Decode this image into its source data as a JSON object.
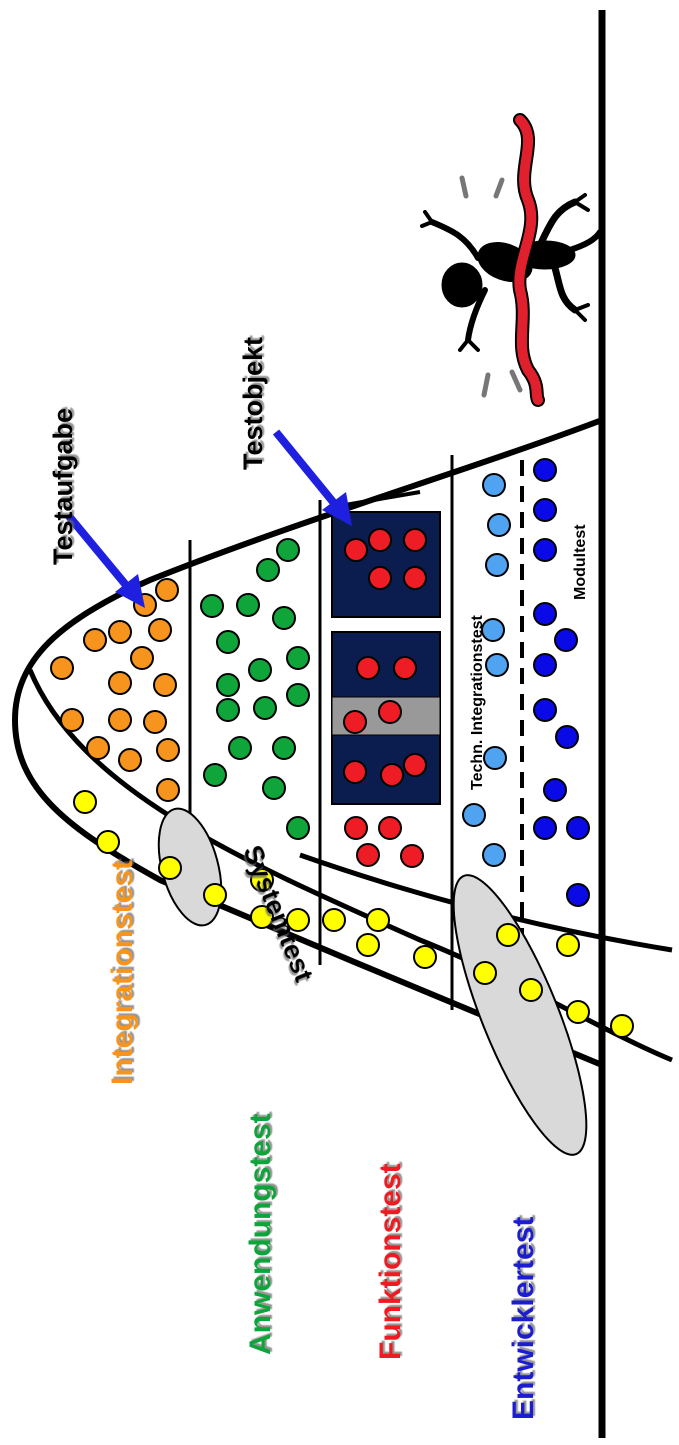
{
  "labels": {
    "integrationstest": "Integrationstest",
    "anwendungstest": "Anwendungstest",
    "funktionstest": "Funktionstest",
    "entwicklertest": "Entwicklertest",
    "systemtest": "Systemtest",
    "testaufgabe": "Testaufgabe",
    "testobjekt": "Testobjekt",
    "techn_integrationstest": "Techn. Integrationstest",
    "modultest": "Modultest"
  },
  "colors": {
    "integrationstest": "#f7941d",
    "anwendungstest": "#0fa53a",
    "funktionstest": "#ee1c24",
    "entwicklertest": "#1a1ad0",
    "systemtest": "#000000",
    "arrow": "#1f1fe0",
    "testobjekt_box": "#0b1d4e",
    "yellow_dot": "#ffff00",
    "light_blue_dot": "#4fa3f0",
    "worm": "#e0202c"
  },
  "icons": [
    "bug-icon",
    "worm-icon"
  ]
}
